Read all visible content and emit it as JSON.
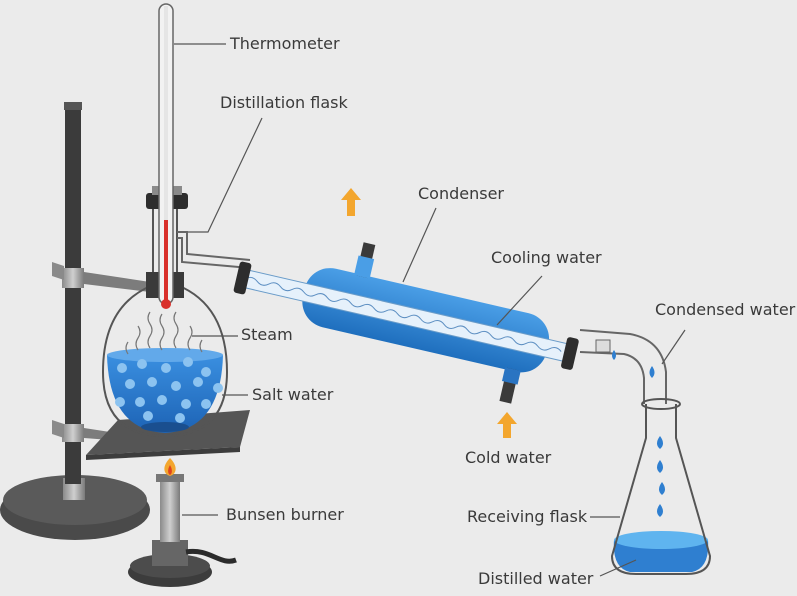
{
  "diagram": {
    "labels": {
      "thermometer": "Thermometer",
      "distillation_flask": "Distillation flask",
      "condenser": "Condenser",
      "cooling_water": "Cooling water",
      "condensed_water": "Condensed water",
      "steam": "Steam",
      "salt_water": "Salt water",
      "cold_water": "Cold water",
      "receiving_flask": "Receiving flask",
      "bunsen_burner": "Bunsen burner",
      "distilled_water": "Distilled water"
    },
    "colors": {
      "background": "#ebebeb",
      "glass_outline": "#555555",
      "water_blue": "#2f7fd0",
      "condenser_blue": "#2c82d3",
      "flow_arrow": "#f3a62e",
      "metal_dark": "#3b3b3b",
      "thermometer_red": "#d9302b"
    }
  }
}
